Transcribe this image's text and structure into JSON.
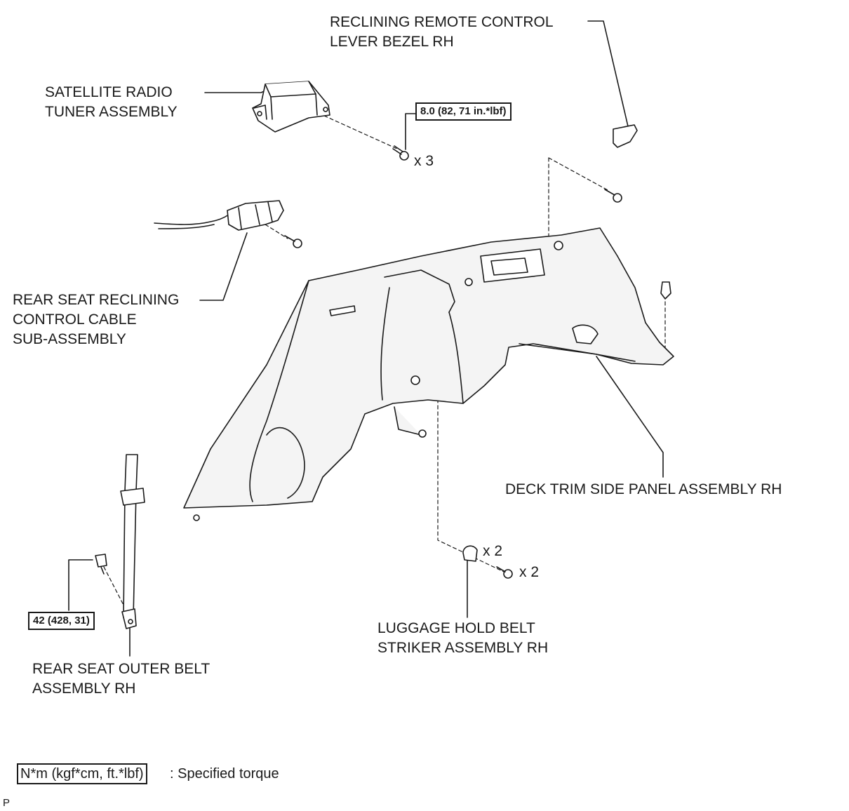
{
  "labels": {
    "reclining_bezel": "RECLINING REMOTE CONTROL\nLEVER BEZEL RH",
    "satellite_tuner": "SATELLITE RADIO\nTUNER ASSEMBLY",
    "reclining_cable": "REAR SEAT RECLINING\nCONTROL CABLE\nSUB-ASSEMBLY",
    "deck_trim": "DECK TRIM SIDE PANEL ASSEMBLY RH",
    "luggage_striker": "LUGGAGE HOLD BELT\nSTRIKER ASSEMBLY RH",
    "outer_belt": "REAR SEAT OUTER BELT\nASSEMBLY RH"
  },
  "torque": {
    "tuner_bolt": "8.0 (82, 71 in.*lbf)",
    "belt_bolt": "42 (428, 31)"
  },
  "quantities": {
    "tuner_bolts": "x 3",
    "striker_clips": "x 2",
    "striker_bolts": "x 2"
  },
  "legend": {
    "unit_box": "N*m (kgf*cm, ft.*lbf)",
    "description": ": Specified torque"
  },
  "corner_mark": "P",
  "colors": {
    "line": "#1a1a1a",
    "panel_fill": "#f4f4f4"
  }
}
